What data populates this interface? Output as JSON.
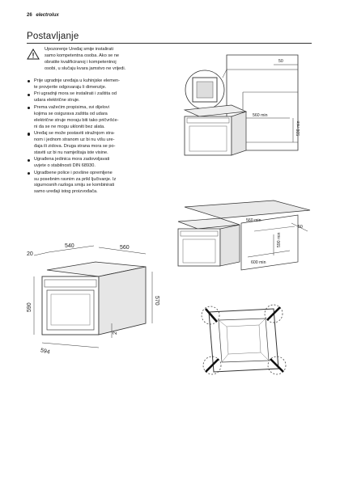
{
  "header": {
    "page_number": "26",
    "brand": "electrolux"
  },
  "section": {
    "title": "Postavljanje"
  },
  "warning": {
    "icon": "warning-triangle-icon",
    "text": "Upozorenje Uređaj smije instalirati\nsamo kompetentna osoba. Ako se ne\nobratite kvalificiranoj i kompetentnoj\nosobi, u slučaju kvara jamstvo ne vrijedi."
  },
  "bullets": [
    "Prije ugradnje uređaja u kuhinjske elemen-\nte provjerite odgovaraju li dimenzije.",
    "Pri ugradnji mora se instalirati i zaštita od\nudara električne struje.",
    "Prema važećim propisima, svi dijelovi\nkojima se osigurava zaštita od udara\nelektrične struje moraju biti tako pričvršće-\nni da se ne mogu ukloniti bez alata.",
    "Uređaj se može postaviti stražnjom stra-\nnom i jednom stranom uz bi nu višu ure-\nđaja ili zidova. Druga strana mora se po-\nstaviti uz bi nu namještaja iste visine.",
    "Ugrađena jedinica mora zadovoljavati\nuvjete o stabilnosti DIN 68930.",
    "Ugradbene police i povšine opremljene\nsu posebnim ravnim za prikl ljučivanje. Iz\nsigurnosnih razloga smiju se kombinirati\nsamo uređaji istog proizvođača."
  ],
  "figures": {
    "oven_dimensions": {
      "dims": [
        "20",
        "540",
        "560",
        "590",
        "570",
        "2",
        "594"
      ]
    },
    "column_install": {
      "dims": [
        "50",
        "560 min",
        "590 min"
      ]
    },
    "undercounter_install": {
      "dims": [
        "50",
        "560 min",
        "590 min",
        "600 min"
      ]
    },
    "mounting_screws": {
      "icon": "screw-icon"
    }
  }
}
